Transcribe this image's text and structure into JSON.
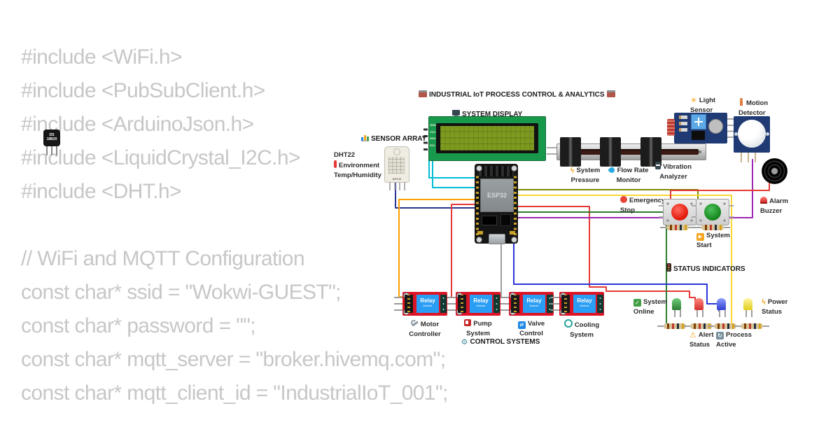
{
  "code": {
    "lines": [
      "#include <WiFi.h>",
      "#include <PubSubClient.h>",
      "#include <ArduinoJson.h>",
      "#include <LiquidCrystal_I2C.h>",
      "#include <DHT.h>",
      "",
      "// WiFi and MQTT Configuration",
      "const char* ssid = \"Wokwi-GUEST\";",
      "const char* password = \"\";",
      "const char* mqtt_server = \"broker.hivemq.com\";",
      "const char* mqtt_client_id = \"IndustrialIoT_001\";"
    ]
  },
  "title": {
    "text": "INDUSTRIAL IoT PROCESS CONTROL & ANALYTICS"
  },
  "display": {
    "header": "SYSTEM DISPLAY",
    "lcd_pins": [
      "GND",
      "VCC",
      "SDA",
      "SCL"
    ]
  },
  "mcu": {
    "label": "ESP32"
  },
  "sensors": {
    "array_header": "SENSOR ARRAY",
    "dht22": {
      "name": "DHT22",
      "line1": "Environment",
      "line2": "Temp/Humidity",
      "chip_label": "DHT22"
    },
    "ds18b20": {
      "line1": "DS",
      "line2": "18B20"
    },
    "pressure": {
      "line1": "System",
      "line2": "Pressure"
    },
    "flow": {
      "line1": "Flow Rate",
      "line2": "Monitor"
    },
    "vibration": {
      "line1": "Vibration",
      "line2": "Analyzer"
    },
    "light": {
      "line1": "Light",
      "line2": "Sensor"
    },
    "motion": {
      "line1": "Motion",
      "line2": "Detector"
    }
  },
  "controls": {
    "header": "CONTROL SYSTEMS",
    "relay_label": "Relay",
    "relay_sub": "Module",
    "motor": {
      "line1": "Motor",
      "line2": "Controller"
    },
    "pump": {
      "line1": "Pump",
      "line2": "System"
    },
    "valve": {
      "line1": "Valve",
      "line2": "Control"
    },
    "cooling": {
      "line1": "Cooling",
      "line2": "System"
    },
    "emergency": {
      "line1": "Emergency",
      "line2": "Stop"
    },
    "start": {
      "line1": "System",
      "line2": "Start"
    }
  },
  "status": {
    "header": "STATUS INDICATORS",
    "online": {
      "line1": "System",
      "line2": "Online"
    },
    "power": {
      "line1": "Power",
      "line2": "Status"
    },
    "alert": {
      "line1": "Alert",
      "line2": "Status"
    },
    "process": {
      "line1": "Process",
      "line2": "Active"
    },
    "buzzer": {
      "line1": "Alarm",
      "line2": "Buzzer"
    }
  },
  "icons": {
    "sun": "☀",
    "warning": "⚠",
    "bolt": "ϟ",
    "play": "▶",
    "check": "✓",
    "process": "↻",
    "valve": "⇄",
    "gear": "⚙"
  },
  "colors": {
    "code_text": "#c7c7c7",
    "label_text": "#2b2b2b",
    "lcd_pcb": "#18984b",
    "lcd_screen": "#7d9a1f",
    "relay_pcb": "#dc1426",
    "relay_box": "#2a9df4",
    "sensor_pcb": "#203a74",
    "wire_cyan": "#00bcd4",
    "wire_navy": "#283593",
    "wire_orange": "#ffa000",
    "wire_red": "#e53935",
    "wire_gray": "#9e9e9e",
    "wire_olive": "#7d8a00",
    "wire_yellow": "#fdd835",
    "wire_green": "#2e7d32",
    "wire_purple": "#9c27b0",
    "wire_blue": "#2b35d8"
  }
}
